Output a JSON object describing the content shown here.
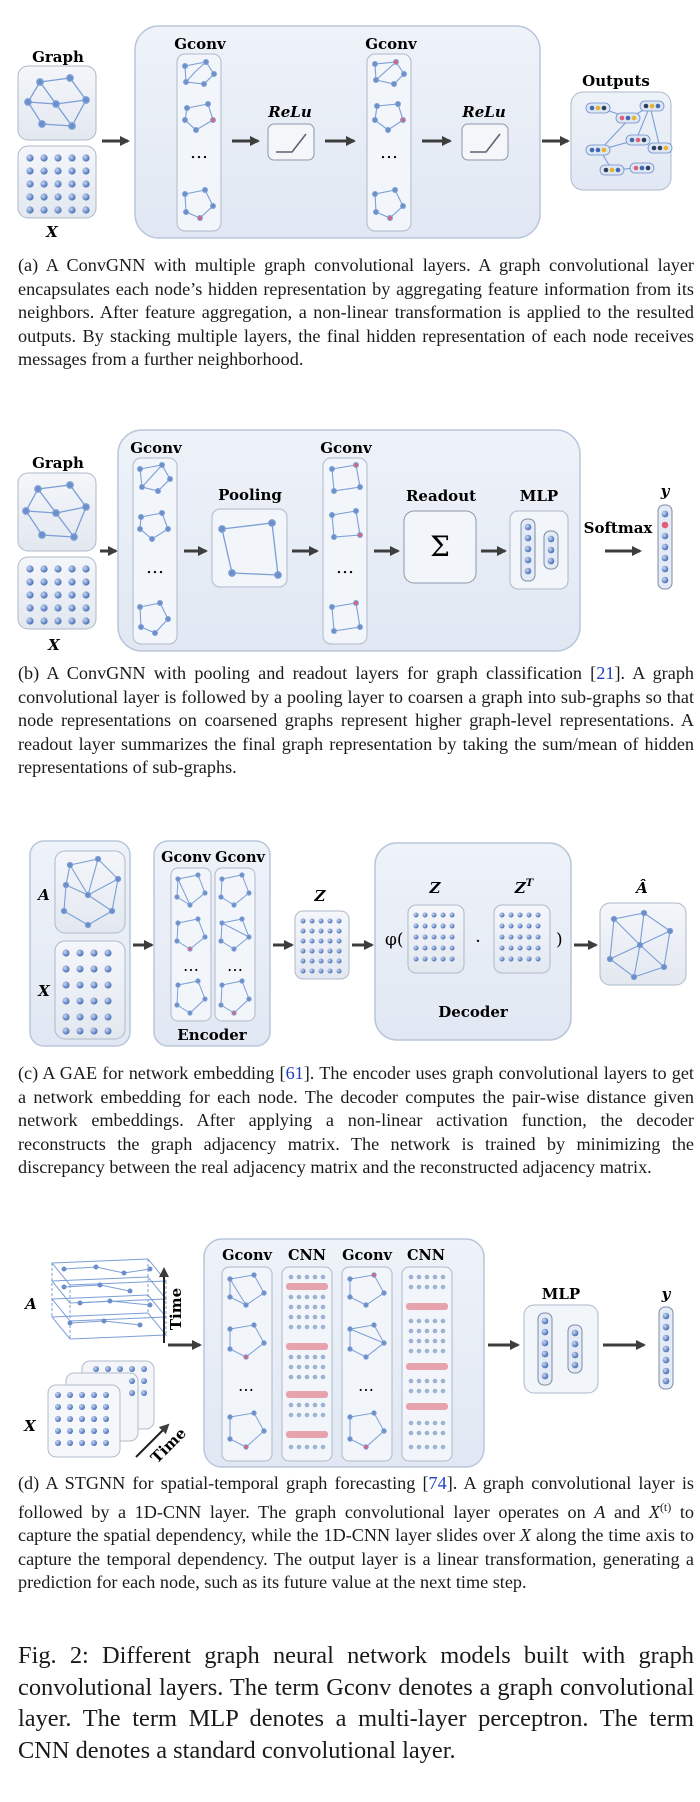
{
  "panel_a": {
    "graph_label": "Graph",
    "x_label": "X",
    "gconv1_label": "Gconv",
    "gconv2_label": "Gconv",
    "relu1_label": "ReLu",
    "relu2_label": "ReLu",
    "outputs_label": "Outputs",
    "dots": "…",
    "caption": "(a) A ConvGNN with multiple graph convolutional layers. A graph convolutional layer encapsulates each node’s hidden representation by aggregating feature information from its neighbors. After feature aggregation, a non-linear transformation is applied to the resulted outputs. By stacking multiple layers, the final hidden representation of each node receives messages from a further neighborhood."
  },
  "panel_b": {
    "graph_label": "Graph",
    "x_label": "X",
    "gconv1_label": "Gconv",
    "gconv2_label": "Gconv",
    "pooling_label": "Pooling",
    "readout_label": "Readout",
    "sigma": "Σ",
    "mlp_label": "MLP",
    "softmax_label": "Softmax",
    "y_label": "y",
    "dots": "…",
    "caption_pre": "(b) A ConvGNN with pooling and readout layers for graph classification [",
    "caption_ref": "21",
    "caption_post": "]. A graph convolutional layer is followed by a pooling layer to coarsen a graph into sub-graphs so that node representations on coarsened graphs represent higher graph-level representations. A readout layer summarizes the final graph representation by taking the sum/mean of hidden representations of sub-graphs."
  },
  "panel_c": {
    "a_label": "A",
    "x_label": "X",
    "gconv1_label": "Gconv",
    "gconv2_label": "Gconv",
    "encoder_label": "Encoder",
    "z_label": "Z",
    "z_inner": "Z",
    "zt_inner": "Z",
    "zt_sup": "T",
    "phi_open": "φ(",
    "dot_op": "·",
    "close_paren": ")",
    "decoder_label": "Decoder",
    "a_hat_label": "Â",
    "dots": "…",
    "caption_pre": "(c) A GAE for network embedding [",
    "caption_ref": "61",
    "caption_post": "]. The encoder uses graph convolutional layers to get a network embedding for each node. The decoder computes the pair-wise distance given network embeddings. After applying a non-linear activation function, the decoder reconstructs the graph adjacency matrix. The network is trained by minimizing the discrepancy between the real adjacency matrix and the reconstructed adjacency matrix."
  },
  "panel_d": {
    "a_label": "A",
    "x_label": "X",
    "time1_label": "Time",
    "time2_label": "Time",
    "gconv1_label": "Gconv",
    "cnn1_label": "CNN",
    "gconv2_label": "Gconv",
    "cnn2_label": "CNN",
    "mlp_label": "MLP",
    "y_label": "y",
    "dots": "…",
    "caption_pre": "(d) A STGNN for spatial-temporal graph forecasting [",
    "caption_ref": "74",
    "caption_mid": "]. A graph convolutional layer is followed by a 1D-CNN layer. The graph convolutional layer operates on ",
    "caption_a": "A",
    "caption_and": " and ",
    "caption_x": "X",
    "caption_xsup": "(t)",
    "caption_mid2": " to capture the spatial dependency, while the 1D-CNN layer slides over ",
    "caption_x2": "X",
    "caption_post": " along the time axis to capture the temporal dependency. The output layer is a linear transformation, generating a prediction for each node, such as its future value at the next time step."
  },
  "figure_caption": "Fig. 2: Different graph neural network models built with graph convolutional layers. The term Gconv denotes a graph convolutional layer. The term MLP denotes a multi-layer perceptron. The term CNN denotes a standard convolutional layer.",
  "colors": {
    "frame_fill": "#e9eef6",
    "frame_stroke": "#b8c6da",
    "node": "#6d8fc9",
    "edge": "#7c9fd6",
    "highlight": "#e0607a",
    "arrow": "#444444"
  }
}
